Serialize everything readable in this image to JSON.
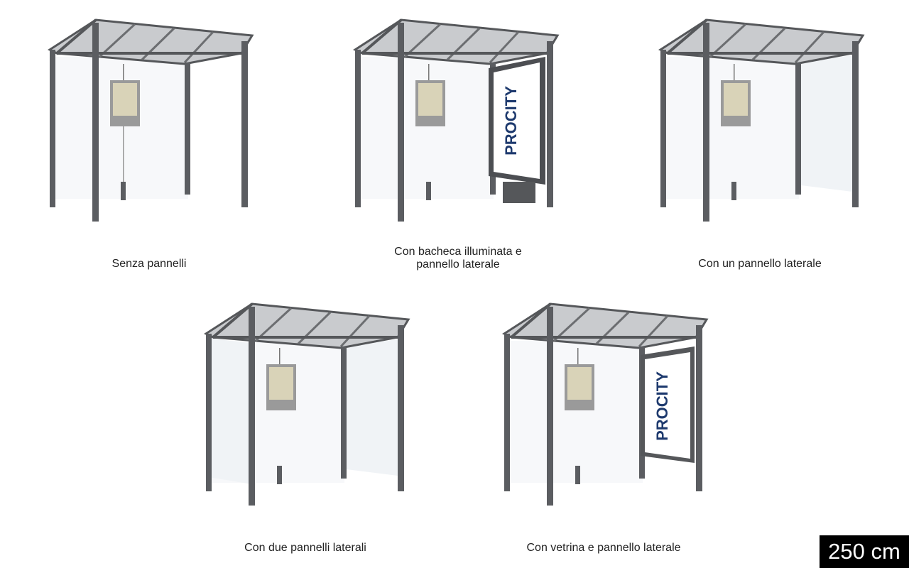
{
  "brand": {
    "logo_text": "PROCITY"
  },
  "colors": {
    "frame": "#5b5d61",
    "frame_dark": "#46484b",
    "glass": "#edf1f4",
    "map_frame": "#9a9a9a",
    "panel_face": "#ffffff",
    "logo": "#1e3a6e"
  },
  "variants": [
    {
      "id": "no-panels",
      "caption": "Senza pannelli",
      "side_panels": 0,
      "ad_panel": "none"
    },
    {
      "id": "lit-board",
      "caption": "Con bacheca illuminata e\npannello laterale",
      "side_panels": 1,
      "ad_panel": "illuminated"
    },
    {
      "id": "one-side",
      "caption": "Con un pannello laterale",
      "side_panels": 1,
      "ad_panel": "none"
    },
    {
      "id": "two-sides",
      "caption": "Con due pannelli laterali",
      "side_panels": 2,
      "ad_panel": "none"
    },
    {
      "id": "showcase",
      "caption": "Con vetrina e pannello laterale",
      "side_panels": 1,
      "ad_panel": "showcase"
    }
  ],
  "size_label": "250 cm"
}
